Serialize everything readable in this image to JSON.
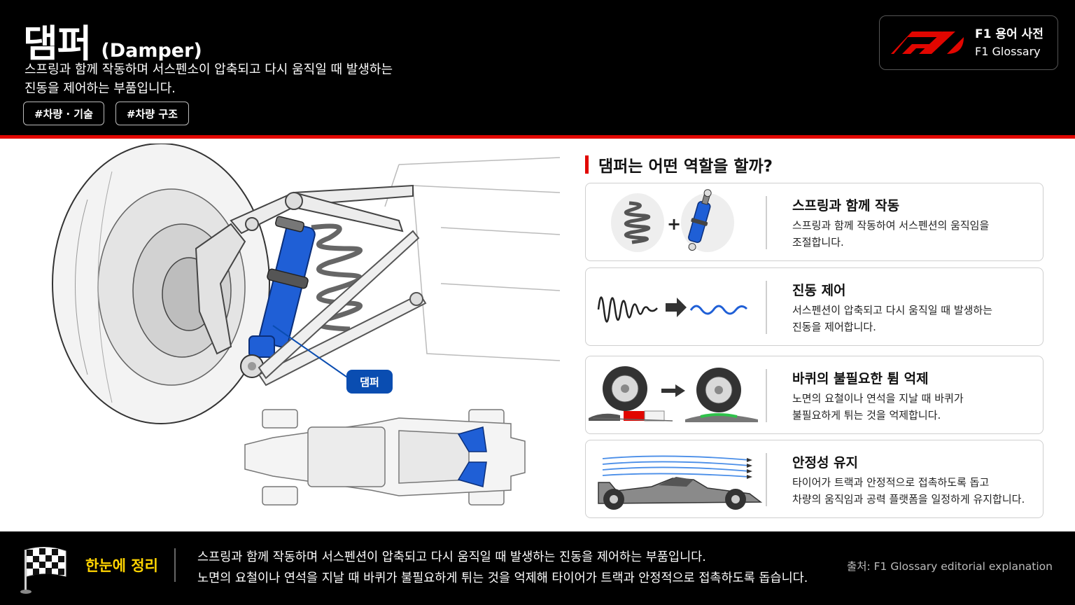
{
  "header": {
    "title_ko": "댐퍼",
    "title_en": "(Damper)",
    "subtitle_line1": "스프링과 함께 작동하며 서스펜소이 압축되고 다시 움직일 때 발생하는",
    "subtitle_line2": "진동을 제어하는 부품입니다.",
    "tags": [
      "#차량 · 기술",
      "#차량 구조"
    ],
    "brand_line1": "F1 용어 사전",
    "brand_line2": "F1 Glossary"
  },
  "illustration": {
    "callout_label": "댐퍼"
  },
  "roles": {
    "title": "댐퍼는 어떤 역할을 할까?",
    "cards": [
      {
        "heading": "스프링과 함께 작동",
        "desc_line1": "스프링과 함께 작동하여 서스펜션의 움직임을",
        "desc_line2": "조절합니다.",
        "icon": "spring-plus-damper-icon"
      },
      {
        "heading": "진동 제어",
        "desc_line1": "서스펜션이 압축되고 다시 움직일 때 발생하는",
        "desc_line2": "진동을 제어합니다.",
        "icon": "wave-damping-icon"
      },
      {
        "heading": "바퀴의 불필요한 튐 억제",
        "desc_line1": "노면의 요철이나 연석을 지날 때 바퀴가",
        "desc_line2": "불필요하게 튀는 것을 억제합니다.",
        "icon": "tire-bump-icon"
      },
      {
        "heading": "안정성 유지",
        "desc_line1": "타이어가 트랙과 안정적으로 접촉하도록 돕고",
        "desc_line2": "차량의 움직임과 공력 플랫폼을 일정하게 유지합니다.",
        "icon": "f1-car-airflow-icon"
      }
    ]
  },
  "footer": {
    "summary_title": "한눈에 정리",
    "summary_line1": "스프링과 함께 작동하며 서스펜션이 압축되고 다시 움직일 때 발생하는 진동을 제어하는 부품입니다.",
    "summary_line2": "노면의 요철이나 연석을 지날 때 바퀴가 불필요하게 튀는 것을 억제해 타이어가 트랙과 안정적으로 접촉하도록 돕습니다.",
    "source": "출처: F1 Glossary editorial explanation"
  },
  "colors": {
    "accent_red": "#e10600",
    "damper_blue": "#1f5fd6",
    "label_blue": "#0a4db1",
    "summary_yellow": "#ffd400"
  }
}
